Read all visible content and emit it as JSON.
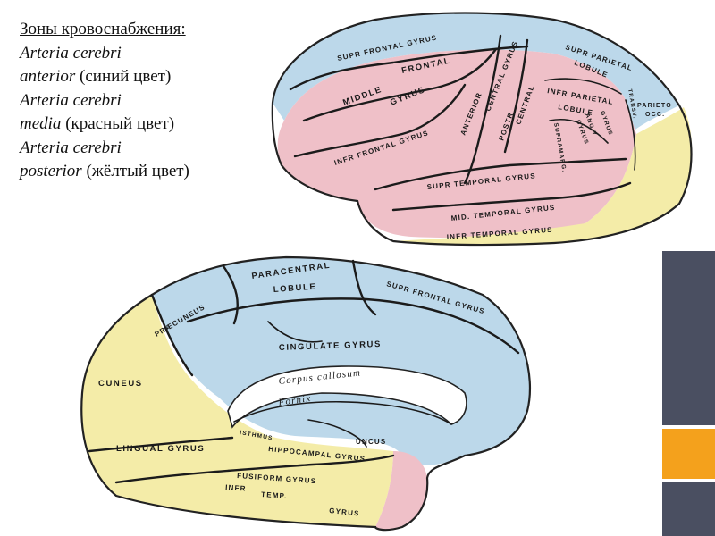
{
  "caption": {
    "title": "Зоны кровоснабжения:",
    "lines": [
      {
        "latin": "Arteria cerebri",
        "rest": ""
      },
      {
        "latin": "anterior",
        "rest": " (синий цвет)"
      },
      {
        "latin": "Arteria cerebri",
        "rest": ""
      },
      {
        "latin": "media",
        "rest": " (красный цвет)"
      },
      {
        "latin": "Arteria cerebri",
        "rest": ""
      },
      {
        "latin": "posterior",
        "rest": " (жёлтый цвет)"
      }
    ]
  },
  "lateral_view": {
    "labels": {
      "supr_frontal": "SUPR FRONTAL GYRUS",
      "middle": "MIDDLE",
      "frontal": "FRONTAL",
      "gyrus": "GYRUS",
      "infr_frontal": "INFR FRONTAL GYRUS",
      "anterior_central": "ANTERIOR",
      "central_gyrus": "CENTRAL GYRUS",
      "postr": "POSTR",
      "central": "CENTRAL",
      "supr_parietal": "SUPR PARIETAL",
      "lobule": "LOBULE",
      "infr_parietal": "INFR PARIETAL",
      "lobule2": "LOBULE",
      "supramarg": "SUPRAMARG.",
      "gyrus_v": "GYRUS",
      "angy": "ANG.Y",
      "gyrus_v2": "GYRUS",
      "parieto": "PARIETO",
      "occ": "OCC.",
      "transv": "TRANSV.",
      "supr_temporal": "SUPR TEMPORAL GYRUS",
      "mid_temporal": "MID. TEMPORAL GYRUS",
      "infr_temporal": "INFR TEMPORAL GYRUS"
    }
  },
  "medial_view": {
    "labels": {
      "paracentral": "PARACENTRAL",
      "lobule": "LOBULE",
      "supr_frontal": "SUPR FRONTAL GYRUS",
      "praecuneus": "PRÆCUNEUS",
      "cingulate": "CINGULATE GYRUS",
      "corpus": "Corpus callosum",
      "fornix": "Fornix",
      "cuneus": "CUNEUS",
      "lingual": "LINGUAL GYRUS",
      "isthmus": "ISTHMUS",
      "hippocampal": "HIPPOCAMPAL GYRUS",
      "uncus": "UNCUS",
      "fusiform": "FUSIFORM GYRUS",
      "infr_temp": "INFR",
      "temp": "TEMP.",
      "gyrus": "GYRUS"
    }
  },
  "colors": {
    "anterior_blue": "#bcd8ea",
    "media_red": "#efc0c8",
    "posterior_yellow": "#f4eca8",
    "accent_dark": "#4a4f61",
    "accent_orange": "#f4a11c"
  }
}
